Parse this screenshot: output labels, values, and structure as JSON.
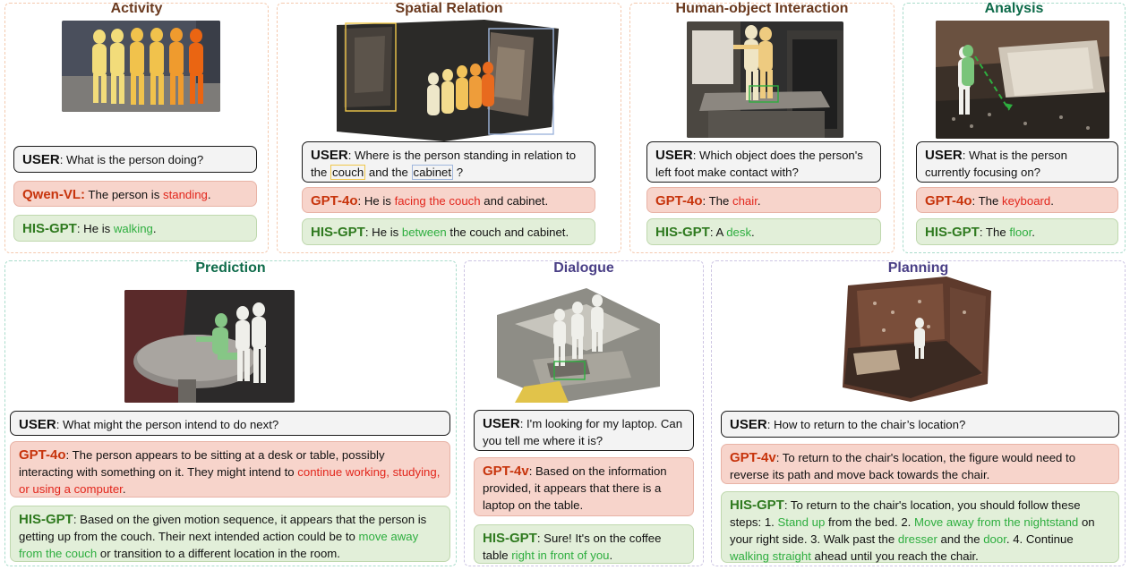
{
  "labels": {
    "user": "USER",
    "qwen": "Qwen-VL:",
    "gpt4o": "GPT-4o",
    "gpt4v": "GPT-4v",
    "his": "HIS-GPT"
  },
  "panels": {
    "activity": {
      "title": "Activity",
      "user_q": ": What is the person doing?",
      "bad_a": " The person is ",
      "bad_hl": "standing",
      "bad_b": ".",
      "good_a": ": He is ",
      "good_hl": "walking",
      "good_b": "."
    },
    "spatial": {
      "title": "Spatial Relation",
      "user_a": ": Where is the person standing in relation to the ",
      "user_couch": "couch",
      "user_b": " and the ",
      "user_cab": "cabinet",
      "user_c": " ?",
      "bad_a": ": He is ",
      "bad_hl": "facing the couch",
      "bad_b": " and cabinet.",
      "good_a": ": He is ",
      "good_hl": "between",
      "good_b": " the couch and cabinet."
    },
    "hoi": {
      "title": "Human-object Interaction",
      "user_q": ": Which object does the person's left foot make contact with?",
      "bad_a": ": The ",
      "bad_hl": "chair",
      "bad_b": ".",
      "good_a": ": A ",
      "good_hl": "desk",
      "good_b": "."
    },
    "analysis": {
      "title": "Analysis",
      "user_q": ": What is the person currently focusing on?",
      "bad_a": ": The ",
      "bad_hl": "keyboard",
      "bad_b": ".",
      "good_a": ": The ",
      "good_hl": "floor",
      "good_b": "."
    },
    "prediction": {
      "title": "Prediction",
      "user_q": ": What might the person intend to do next?",
      "bad_a": ": The person appears to be sitting at a desk or table, possibly interacting with something on it. They might intend to ",
      "bad_hl": "continue working, studying, or using a computer",
      "bad_b": ".",
      "good_a": ": Based on the given motion sequence, it appears that the person is getting up from the couch. Their next intended action could be to ",
      "good_hl": "move away from the couch",
      "good_b": " or transition to a different location in the room."
    },
    "dialogue": {
      "title": "Dialogue",
      "user_q": ": I'm looking for my laptop. Can you tell me where it is?",
      "bad_a": ": Based on the information provided, it appears that there is a laptop on the table.",
      "good_a": ": Sure! It's on the coffee table ",
      "good_hl": "right in front of you",
      "good_b": "."
    },
    "planning": {
      "title": "Planning",
      "user_q": ": How to return to the chair’s location?",
      "bad_a": ": To return to the chair's location, the figure would need to reverse its path and move back towards the chair.",
      "good_a": ": To return to the chair's location, you should follow these steps: 1. ",
      "good_h1": "Stand up",
      "good_b": " from the bed. 2. ",
      "good_h2": "Move away from the nightstand",
      "good_c": " on your right side. 3. Walk past the ",
      "good_h3": "dresser",
      "good_d": " and the ",
      "good_h4": "door",
      "good_e": ". 4. Continue ",
      "good_h5": "walking straight",
      "good_f": " ahead until you reach the chair."
    }
  }
}
